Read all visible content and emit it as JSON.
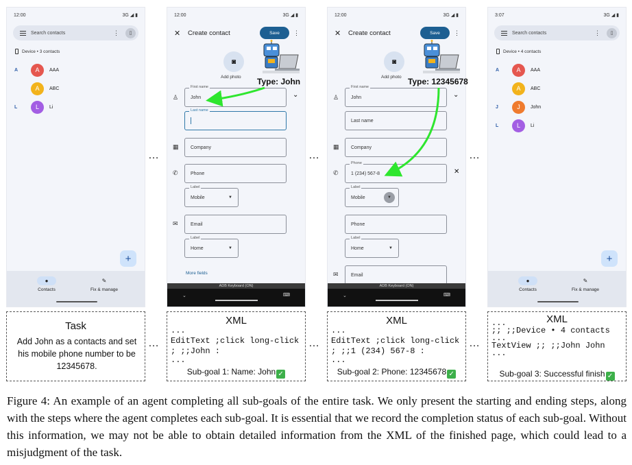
{
  "screens": [
    {
      "status_time": "12:00",
      "status_right": "3G ◢ ▮",
      "search_placeholder": "Search contacts",
      "device_label": "Device • 3 contacts",
      "contacts": [
        {
          "letter": "A",
          "initial": "A",
          "name": "AAA",
          "color": "#e5574f"
        },
        {
          "letter": "",
          "initial": "A",
          "name": "ABC",
          "color": "#f2b31c"
        },
        {
          "letter": "L",
          "initial": "L",
          "name": "Li",
          "color": "#a35ee3"
        }
      ],
      "nav": [
        "Contacts",
        "Fix & manage"
      ]
    },
    {
      "status_time": "12:00",
      "status_right": "3G ◢ ▮",
      "title": "Create contact",
      "save_label": "Save",
      "add_photo": "Add photo",
      "first_name_label": "First name",
      "first_name_value": "John",
      "last_name_label": "Last name",
      "company": "Company",
      "phone": "Phone",
      "label_caption": "Label",
      "label_mobile": "Mobile",
      "email": "Email",
      "label_home": "Home",
      "more_fields": "More fields",
      "keyboard": "ADB Keyboard (ON)",
      "callout": "Type: John"
    },
    {
      "status_time": "12:00",
      "status_right": "3G ◢ ▮",
      "title": "Create contact",
      "save_label": "Save",
      "add_photo": "Add photo",
      "first_name_label": "First name",
      "first_name_value": "John",
      "last_name": "Last name",
      "company": "Company",
      "phone_label": "Phone",
      "phone_value": "1 (234) 567-8",
      "label_caption": "Label",
      "label_mobile": "Mobile",
      "phone2": "Phone",
      "label_home": "Home",
      "email": "Email",
      "keyboard": "ADB Keyboard (ON)",
      "callout": "Type: 12345678"
    },
    {
      "status_time": "3:07",
      "status_right": "3G ◢ ▮",
      "search_placeholder": "Search contacts",
      "device_label": "Device • 4 contacts",
      "contacts": [
        {
          "letter": "A",
          "initial": "A",
          "name": "AAA",
          "color": "#e5574f"
        },
        {
          "letter": "",
          "initial": "A",
          "name": "ABC",
          "color": "#f2b31c"
        },
        {
          "letter": "J",
          "initial": "J",
          "name": "John",
          "color": "#ef7b2e"
        },
        {
          "letter": "L",
          "initial": "L",
          "name": "Li",
          "color": "#a35ee3"
        }
      ],
      "nav": [
        "Contacts",
        "Fix & manage"
      ]
    }
  ],
  "boxes": [
    {
      "header": "Task",
      "body": "Add John as a contacts and set his mobile phone number to be 12345678."
    },
    {
      "header": "XML",
      "lines": [
        "...",
        "EditText ;click long-click",
        "; ;;John :",
        "..."
      ],
      "subgoal": "Sub-goal 1: Name: John"
    },
    {
      "header": "XML",
      "lines": [
        "...",
        "EditText ;click long-click",
        "; ;;1 (234) 567-8 :",
        "..."
      ],
      "subgoal": "Sub-goal 2: Phone: 12345678"
    },
    {
      "header": "XML",
      "lines": [
        "...",
        ";; ;;Device • 4 contacts",
        "...",
        "TextView ;; ;;John John",
        "..."
      ],
      "subgoal": "Sub-goal 3: Successful finish"
    }
  ],
  "ellipsis": "…",
  "check": "✓",
  "caption": "Figure 4: An example of an agent completing all sub-goals of the entire task. We only present the starting and ending steps, along with the steps where the agent completes each sub-goal. It is essential that we record the completion status of each sub-goal. Without this information, we may not be able to obtain detailed information from the XML of the finished page, which could lead to a misjudgment of the task.",
  "colors": {
    "accent": "#1d5f92",
    "arrow": "#2ee62e",
    "check": "#3db04a"
  }
}
